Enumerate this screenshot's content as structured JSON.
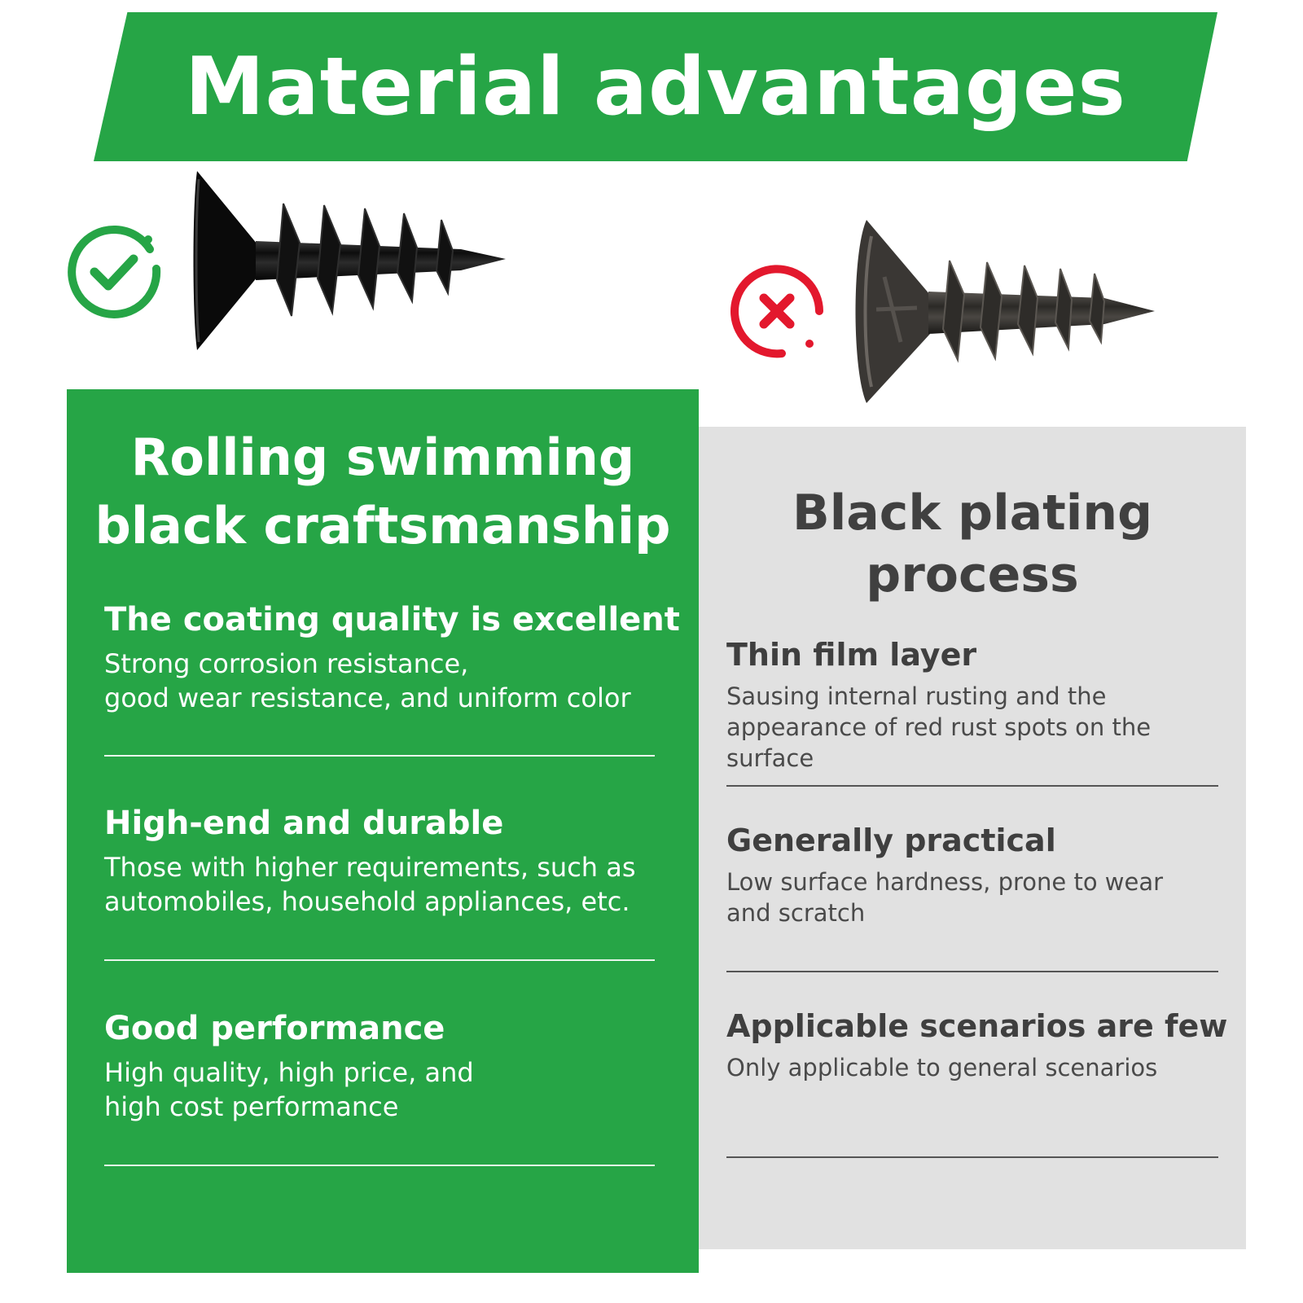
{
  "banner": {
    "title": "Material advantages"
  },
  "colors": {
    "green": "#26a546",
    "gray_panel": "#e1e1e1",
    "red_mark": "#e3182d"
  },
  "icons": {
    "good": "check-circle-icon",
    "bad": "x-circle-icon"
  },
  "good_panel": {
    "title_line1": "Rolling swimming",
    "title_line2": "black craftsmanship",
    "items": [
      {
        "heading": "The coating quality is excellent",
        "text": "Strong corrosion resistance,\ngood wear resistance, and uniform color"
      },
      {
        "heading": "High-end and durable",
        "text": "Those with higher requirements, such as\nautomobiles, household appliances, etc."
      },
      {
        "heading": "Good performance",
        "text": "High quality, high price, and\nhigh cost performance"
      }
    ]
  },
  "bad_panel": {
    "title_line1": "Black plating",
    "title_line2": "process",
    "items": [
      {
        "heading": "Thin film layer",
        "text": "Sausing internal rusting and the\nappearance of red rust spots on the surface"
      },
      {
        "heading": "Generally practical",
        "text": "Low surface hardness, prone to wear\nand scratch"
      },
      {
        "heading": "Applicable scenarios are few",
        "text": "Only applicable to general scenarios"
      }
    ]
  }
}
